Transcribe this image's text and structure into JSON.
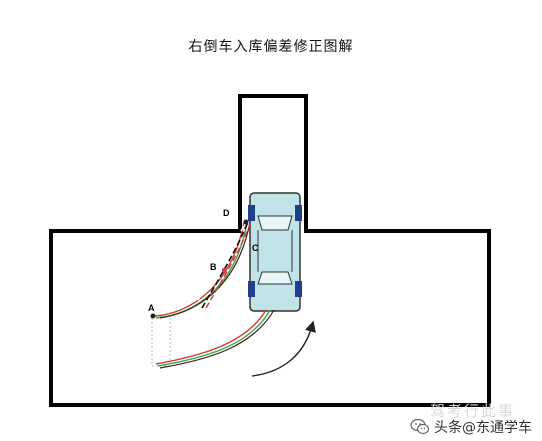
{
  "title": "右倒车入库偏差修正图解",
  "labels": {
    "a": "A",
    "b": "B",
    "c": "C",
    "d": "D"
  },
  "watermark": {
    "faint_brand": "驾考行此事",
    "text": "头条@东通学车",
    "icon": "wechat-icon"
  },
  "colors": {
    "outline": "#000000",
    "car_body": "#bfe3e6",
    "car_outline": "#333333",
    "wheel": "#1f3f88",
    "curve_red": "#d23a3a",
    "curve_green": "#3aa84a",
    "curve_dark": "#3a1e1e",
    "arrow": "#222222"
  }
}
